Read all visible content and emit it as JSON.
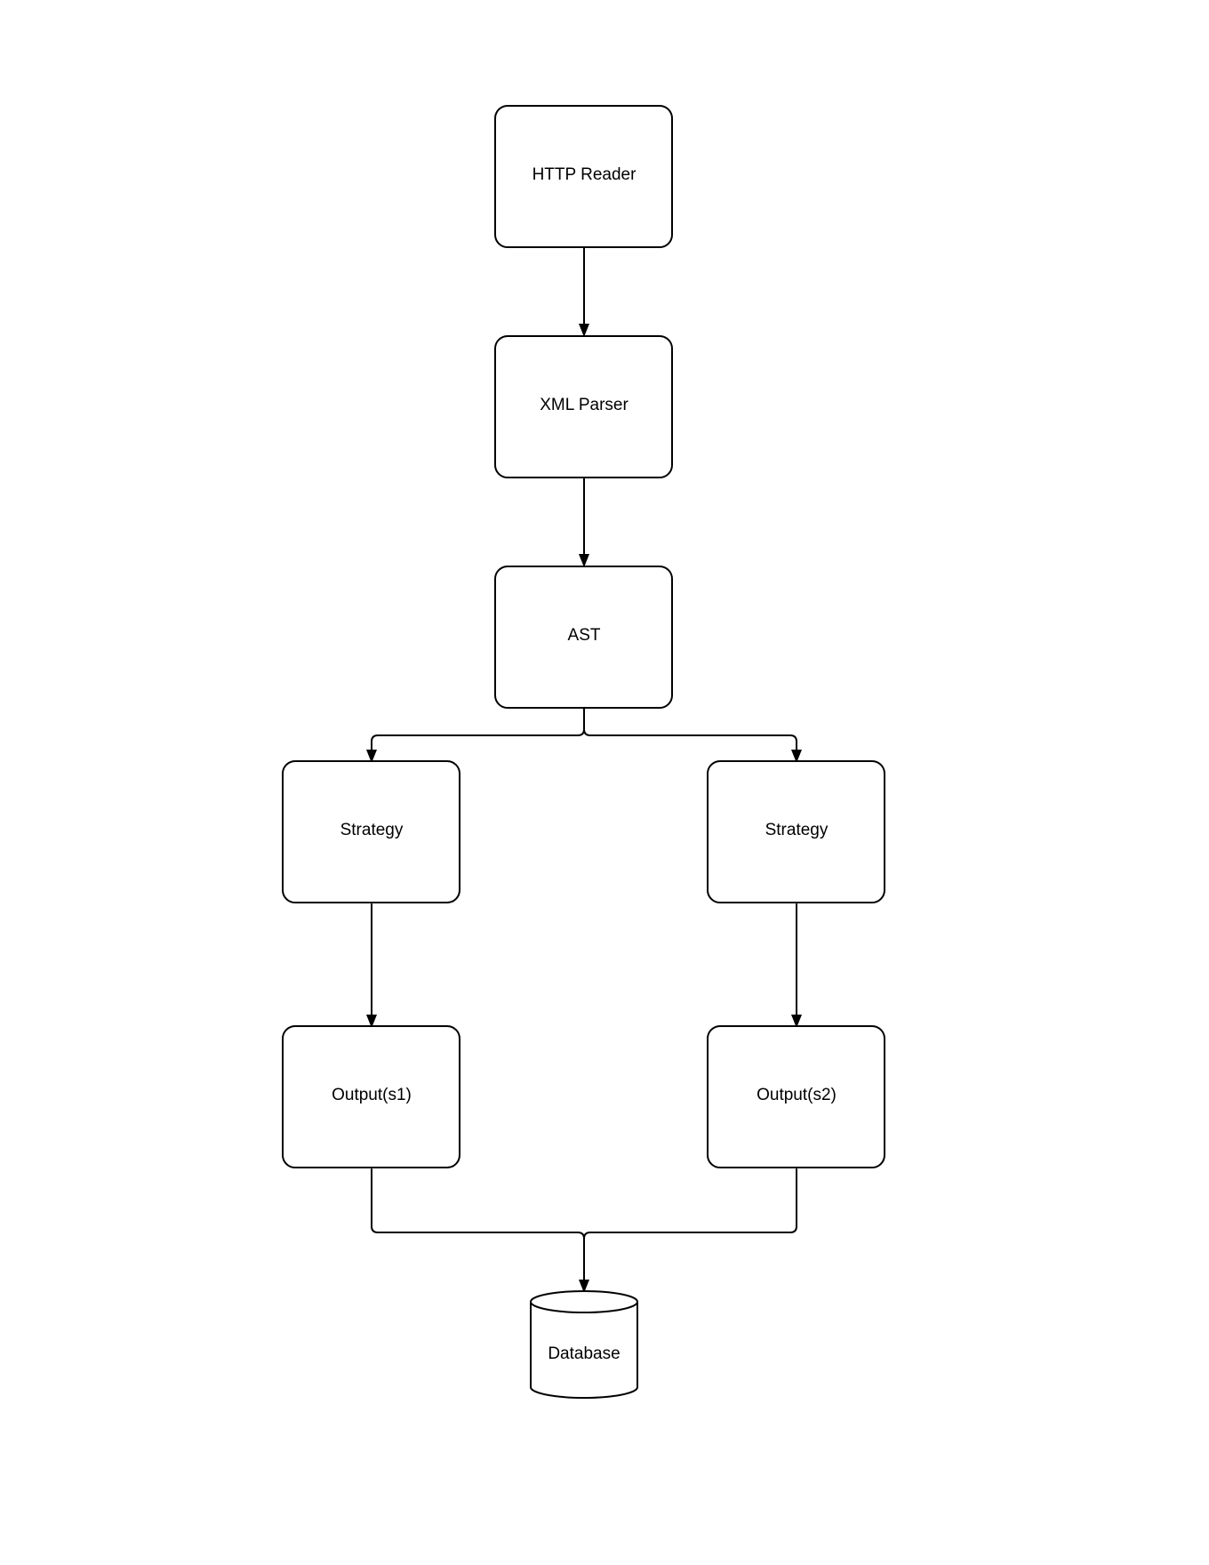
{
  "nodes": {
    "http_reader": "HTTP Reader",
    "xml_parser": "XML Parser",
    "ast": "AST",
    "strategy_left": "Strategy",
    "strategy_right": "Strategy",
    "output_s1": "Output(s1)",
    "output_s2": "Output(s2)",
    "database": "Database"
  },
  "colors": {
    "stroke": "#000000",
    "fill": "#ffffff"
  }
}
